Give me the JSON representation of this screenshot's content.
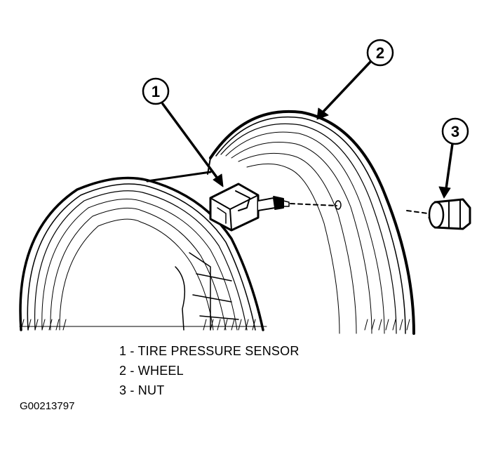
{
  "callouts": {
    "c1": "1",
    "c2": "2",
    "c3": "3"
  },
  "legend": [
    "1 - TIRE PRESSURE SENSOR",
    "2 - WHEEL",
    "3 - NUT"
  ],
  "figure_id": "G00213797"
}
